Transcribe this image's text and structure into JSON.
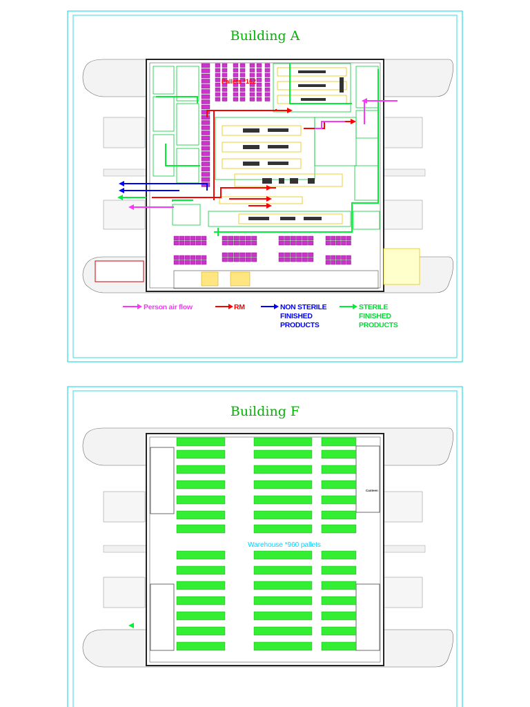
{
  "building_a": {
    "title": "Building A",
    "label_pallets": "Pallets *162"
  },
  "building_f": {
    "title": "Building F",
    "label_warehouse": "Warehouse *960 pallets",
    "label_canteen": "Canteen"
  },
  "legend": {
    "person": "Person air flow",
    "rm": "RM",
    "nonsterile": [
      "NON STERILE",
      "FINISHED",
      "PRODUCTS"
    ],
    "sterile": [
      "STERILE",
      "FINISHED",
      "PRODUCTS"
    ]
  },
  "colors": {
    "frame": "#00d6e6",
    "title": "#00b300",
    "person": "#ff33ff",
    "rm": "#ff0000",
    "nonsterile": "#0000ff",
    "sterile": "#00ee33",
    "rack_magenta": "#cc33cc",
    "rack_green": "#33ee33",
    "warehouse_label": "#00d0ff"
  }
}
